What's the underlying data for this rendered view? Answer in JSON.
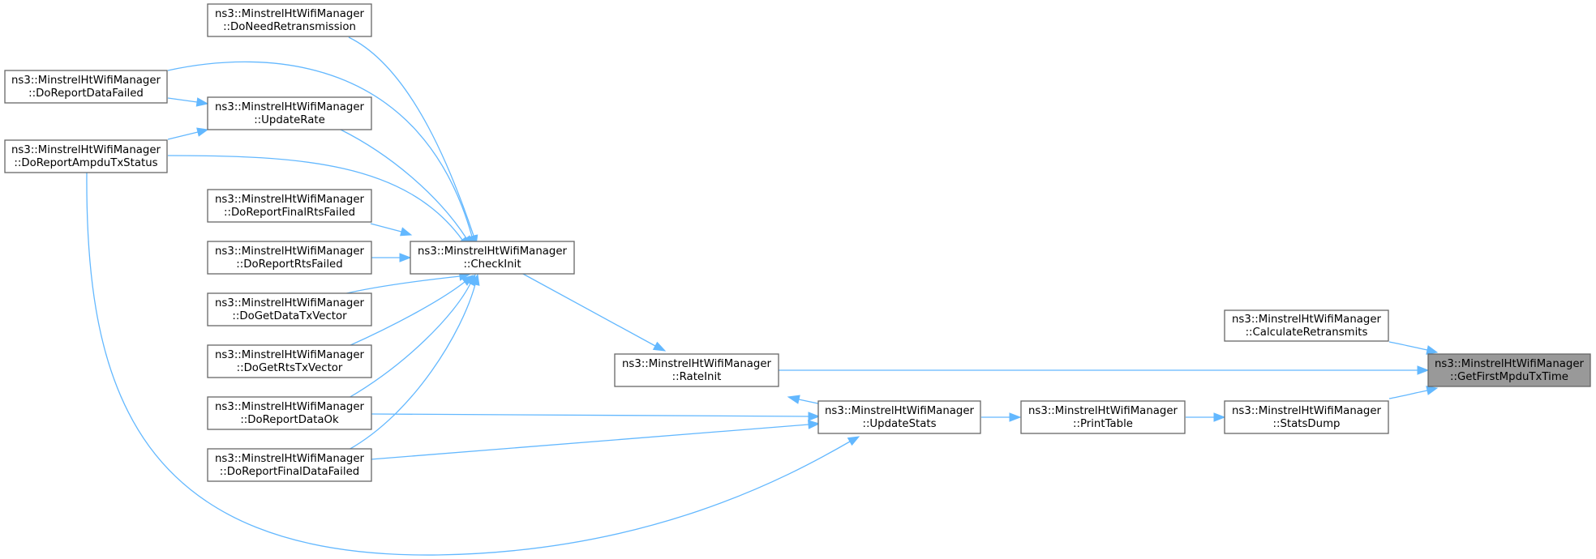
{
  "nodes": {
    "getfirst": {
      "line1": "ns3::MinstrelHtWifiManager",
      "line2": "::GetFirstMpduTxTime"
    },
    "calcretrans": {
      "line1": "ns3::MinstrelHtWifiManager",
      "line2": "::CalculateRetransmits"
    },
    "rateinit": {
      "line1": "ns3::MinstrelHtWifiManager",
      "line2": "::RateInit"
    },
    "statsdump": {
      "line1": "ns3::MinstrelHtWifiManager",
      "line2": "::StatsDump"
    },
    "checkinit": {
      "line1": "ns3::MinstrelHtWifiManager",
      "line2": "::CheckInit"
    },
    "updatestats": {
      "line1": "ns3::MinstrelHtWifiManager",
      "line2": "::UpdateStats"
    },
    "printtable": {
      "line1": "ns3::MinstrelHtWifiManager",
      "line2": "::PrintTable"
    },
    "doneedretrans": {
      "line1": "ns3::MinstrelHtWifiManager",
      "line2": "::DoNeedRetransmission"
    },
    "doreportdatafailed": {
      "line1": "ns3::MinstrelHtWifiManager",
      "line2": "::DoReportDataFailed"
    },
    "updaterate": {
      "line1": "ns3::MinstrelHtWifiManager",
      "line2": "::UpdateRate"
    },
    "doreportampdu": {
      "line1": "ns3::MinstrelHtWifiManager",
      "line2": "::DoReportAmpduTxStatus"
    },
    "doreportfinalrts": {
      "line1": "ns3::MinstrelHtWifiManager",
      "line2": "::DoReportFinalRtsFailed"
    },
    "doreportrts": {
      "line1": "ns3::MinstrelHtWifiManager",
      "line2": "::DoReportRtsFailed"
    },
    "dogetdatatx": {
      "line1": "ns3::MinstrelHtWifiManager",
      "line2": "::DoGetDataTxVector"
    },
    "dogetrtstx": {
      "line1": "ns3::MinstrelHtWifiManager",
      "line2": "::DoGetRtsTxVector"
    },
    "doreportdataok": {
      "line1": "ns3::MinstrelHtWifiManager",
      "line2": "::DoReportDataOk"
    },
    "doreportfinaldata": {
      "line1": "ns3::MinstrelHtWifiManager",
      "line2": "::DoReportFinalDataFailed"
    }
  },
  "edges": [
    {
      "from": "calcretrans",
      "to": "getfirst"
    },
    {
      "from": "rateinit",
      "to": "getfirst"
    },
    {
      "from": "statsdump",
      "to": "getfirst"
    },
    {
      "from": "checkinit",
      "to": "rateinit"
    },
    {
      "from": "updatestats",
      "to": "rateinit"
    },
    {
      "from": "printtable",
      "to": "statsdump"
    },
    {
      "from": "updatestats",
      "to": "printtable"
    },
    {
      "from": "doneedretrans",
      "to": "checkinit"
    },
    {
      "from": "doreportdatafailed",
      "to": "checkinit"
    },
    {
      "from": "updaterate",
      "to": "checkinit"
    },
    {
      "from": "doreportampdu",
      "to": "checkinit"
    },
    {
      "from": "doreportfinalrts",
      "to": "checkinit"
    },
    {
      "from": "doreportrts",
      "to": "checkinit"
    },
    {
      "from": "dogetdatatx",
      "to": "checkinit"
    },
    {
      "from": "dogetrtstx",
      "to": "checkinit"
    },
    {
      "from": "doreportdataok",
      "to": "checkinit"
    },
    {
      "from": "doreportfinaldata",
      "to": "checkinit"
    },
    {
      "from": "doreportdataok",
      "to": "updatestats"
    },
    {
      "from": "doreportfinaldata",
      "to": "updatestats"
    },
    {
      "from": "doreportampdu",
      "to": "updatestats"
    },
    {
      "from": "doreportdatafailed",
      "to": "updaterate"
    },
    {
      "from": "doreportampdu",
      "to": "updaterate"
    }
  ],
  "colors": {
    "edge": "#63b8ff",
    "node_border": "#666666",
    "focus_fill": "#999999"
  }
}
